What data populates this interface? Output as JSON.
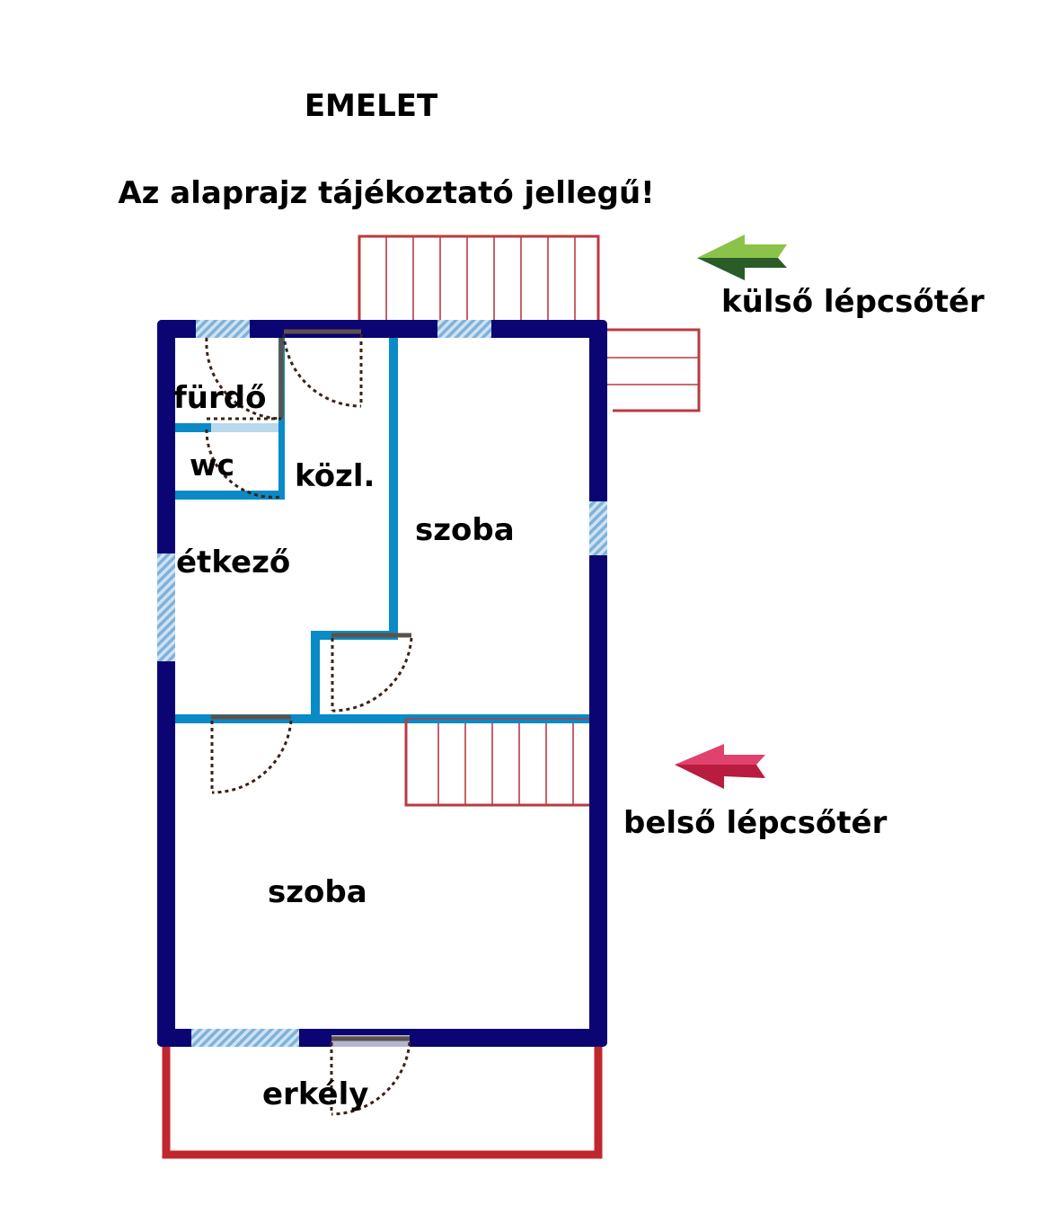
{
  "title": "EMELET",
  "note": "Az alaprajz tájékoztató jellegű!",
  "labels": {
    "external_stair": "külső lépcsőtér",
    "internal_stair": "belső lépcsőtér"
  },
  "rooms": {
    "bathroom": "fürdő",
    "wc": "wc",
    "corridor": "közl.",
    "dining": "étkező",
    "room_upper": "szoba",
    "room_lower": "szoba",
    "balcony": "erkély"
  },
  "colors": {
    "outer_wall": "#0b0473",
    "inner_wall": "#0a8ac6",
    "stairs": "#bb3a3f",
    "balcony": "#c1272d",
    "window": "#8fbfe0",
    "door_swing": "#3b2316",
    "external_arrow": "#8bc34a",
    "internal_arrow": "#d93a63"
  },
  "icons": {
    "external_stair_pointer": "arrow-left-icon",
    "internal_stair_pointer": "arrow-left-icon"
  }
}
